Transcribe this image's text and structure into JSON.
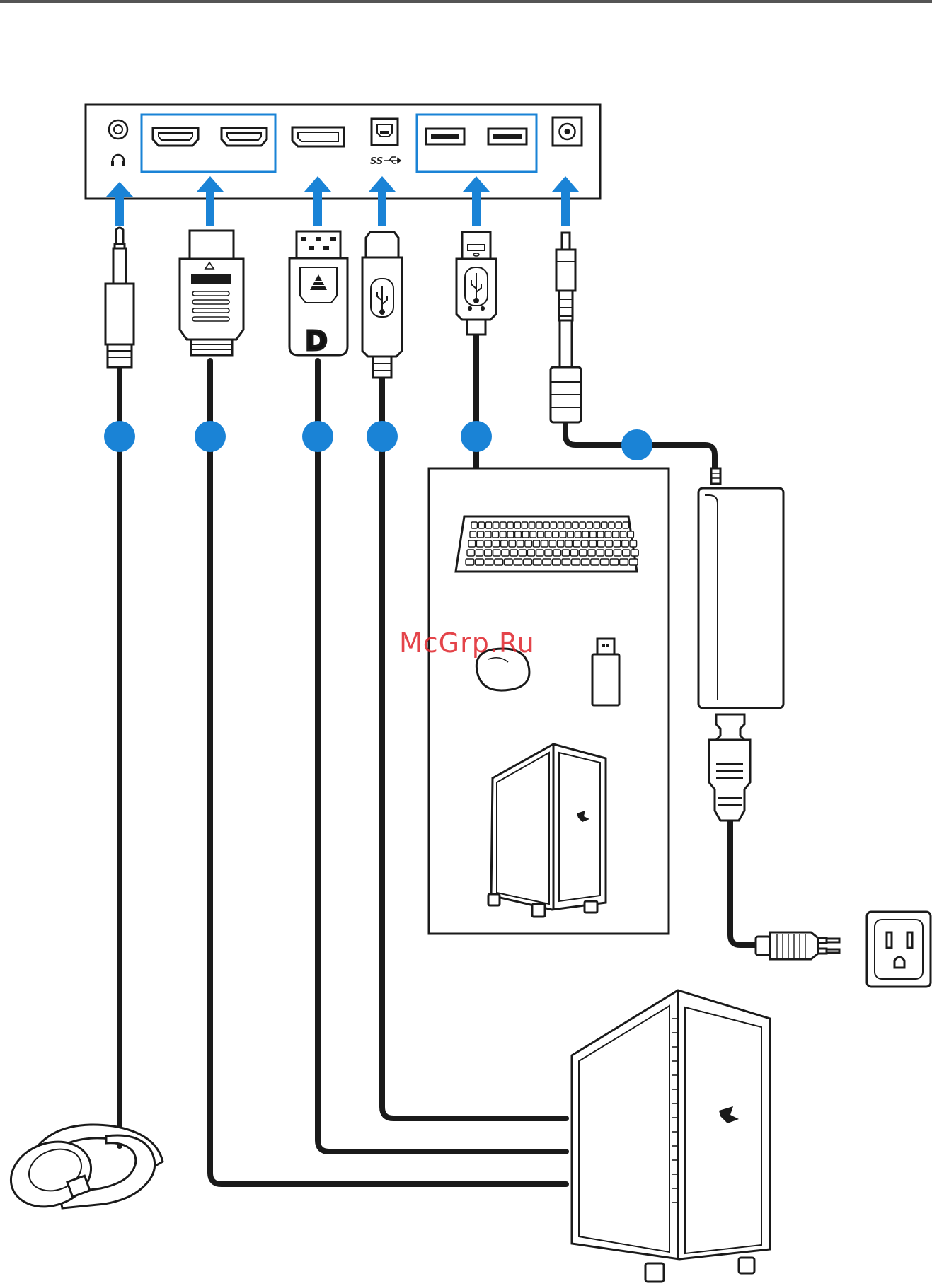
{
  "watermark": "McGrp.Ru",
  "ports": {
    "hdmi_logo": "HDMI",
    "usb_superspeed_label": "SS",
    "dp_logo": "D"
  },
  "colors": {
    "accent_blue": "#1a83d6",
    "cable": "#1a1a1a",
    "outline": "#1a1a1a",
    "top_rule": "#555555",
    "watermark": "#e0242b"
  },
  "icons": [
    "headphone-jack-icon",
    "hdmi-port-icon",
    "displayport-port-icon",
    "usb-b-port-icon",
    "usb-a-port-icon",
    "dc-power-port-icon",
    "keyboard-icon",
    "mouse-icon",
    "usb-drive-icon",
    "pc-tower-icon",
    "power-adapter-icon",
    "wall-outlet-icon",
    "headphones-icon"
  ]
}
